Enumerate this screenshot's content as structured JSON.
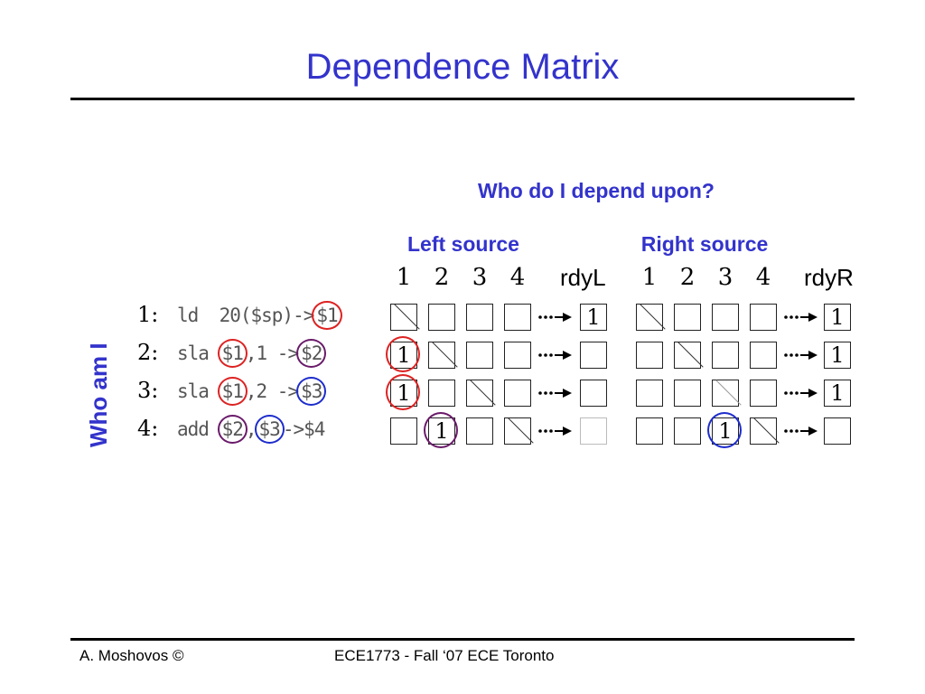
{
  "title": "Dependence Matrix",
  "subtitle": "Who do I depend upon?",
  "left_source_label": "Left source",
  "right_source_label": "Right source",
  "who_am_i_label": "Who am I",
  "column_numbers": [
    "1",
    "2",
    "3",
    "4"
  ],
  "rdy_left_label": "rdyL",
  "rdy_right_label": "rdyR",
  "rows": [
    {
      "num": "1:",
      "instruction": [
        {
          "t": "ld  20($sp)->",
          "ring": ""
        },
        {
          "t": "$1",
          "ring": "red"
        }
      ],
      "left": [
        "diag",
        "",
        "",
        ""
      ],
      "right": [
        "diag",
        "",
        "",
        ""
      ],
      "rdyL": "1",
      "rdyR": "1"
    },
    {
      "num": "2:",
      "instruction": [
        {
          "t": "sla ",
          "ring": ""
        },
        {
          "t": "$1",
          "ring": "red"
        },
        {
          "t": ",1 ->",
          "ring": ""
        },
        {
          "t": "$2",
          "ring": "purple"
        }
      ],
      "left": [
        "1:red",
        "diag",
        "",
        ""
      ],
      "right": [
        "",
        "diag",
        "",
        ""
      ],
      "rdyL": "",
      "rdyR": "1"
    },
    {
      "num": "3:",
      "instruction": [
        {
          "t": "sla ",
          "ring": ""
        },
        {
          "t": "$1",
          "ring": "red"
        },
        {
          "t": ",2 ->",
          "ring": ""
        },
        {
          "t": "$3",
          "ring": "blue"
        }
      ],
      "left": [
        "1:red",
        "",
        "diag",
        ""
      ],
      "right": [
        "",
        "",
        "diag-light",
        ""
      ],
      "rdyL": "",
      "rdyR": "1"
    },
    {
      "num": "4:",
      "instruction": [
        {
          "t": "add ",
          "ring": ""
        },
        {
          "t": "$2",
          "ring": "purple"
        },
        {
          "t": ",",
          "ring": ""
        },
        {
          "t": "$3",
          "ring": "blue"
        },
        {
          "t": "->$4",
          "ring": ""
        }
      ],
      "left": [
        "",
        "1:purple",
        "",
        "diag"
      ],
      "right": [
        "",
        "",
        "1:blue",
        "diag"
      ],
      "rdyL": "",
      "rdyR": ""
    }
  ],
  "footer": {
    "author": "A. Moshovos ©",
    "course": "ECE1773 - Fall ‘07 ECE Toronto"
  },
  "colors": {
    "title_blue": "#3333cc",
    "ring_red": "#dd2222",
    "ring_blue": "#1d2ccc",
    "ring_purple": "#6a1a6a"
  }
}
